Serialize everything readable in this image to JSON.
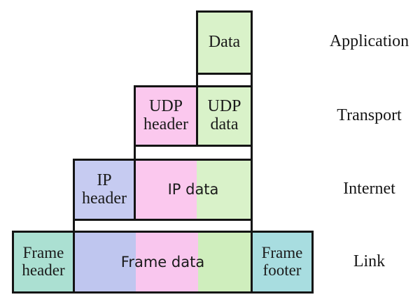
{
  "labels": {
    "application": "Application",
    "transport": "Transport",
    "internet": "Internet",
    "link": "Link"
  },
  "boxes": {
    "data": "Data",
    "udp_header": {
      "line1": "UDP",
      "line2": "header"
    },
    "udp_data": {
      "line1": "UDP",
      "line2": "data"
    },
    "ip_header": {
      "line1": "IP",
      "line2": "header"
    },
    "ip_data": "IP data",
    "frame_header": {
      "line1": "Frame",
      "line2": "header"
    },
    "frame_data": "Frame data",
    "frame_footer": {
      "line1": "Frame",
      "line2": "footer"
    }
  },
  "colors": {
    "background": "#ffffff",
    "border": "#141414",
    "green": "#d9f2c9",
    "pink": "#fbc8ee",
    "lavender": "#c6cbf1",
    "frame_lavender": "#bfc6ef",
    "frame_pink": "#f9c6ee",
    "frame_green": "#cfeebd",
    "teal_header": "#abe0d2",
    "teal_footer": "#a8dde0"
  }
}
